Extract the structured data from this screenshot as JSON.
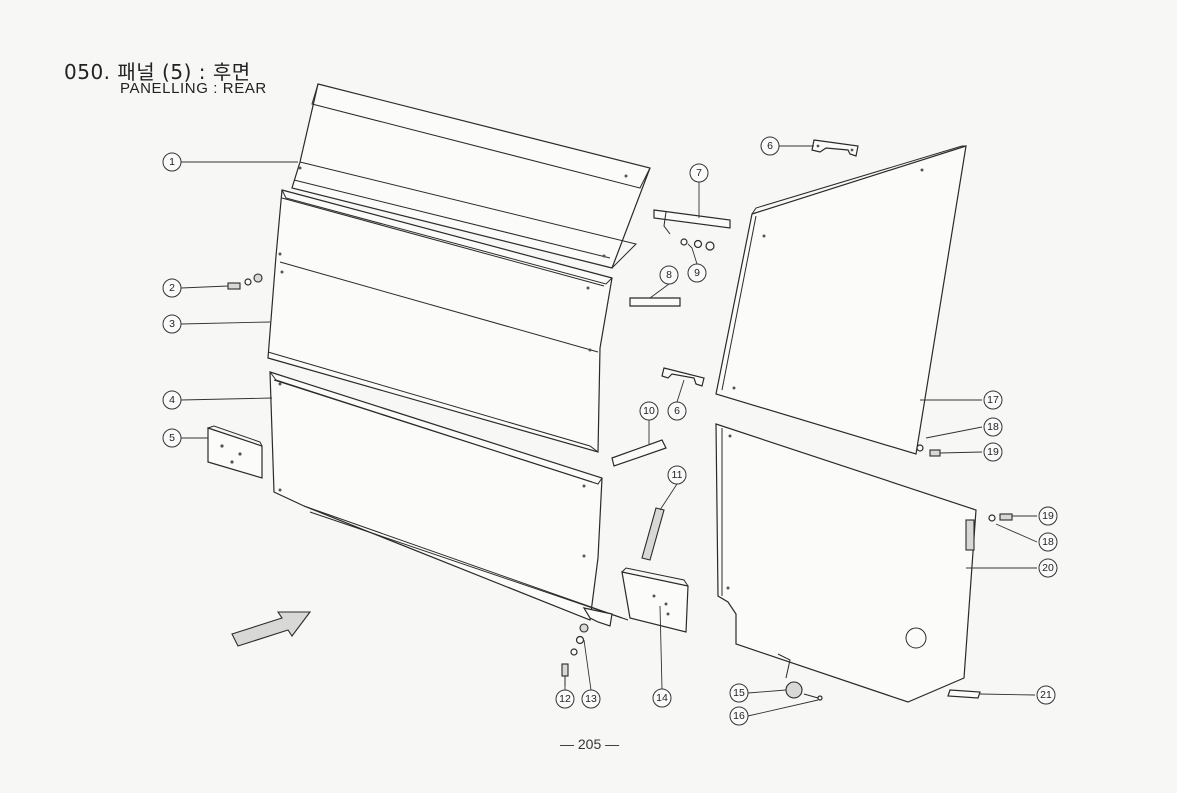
{
  "header": {
    "title": "050. 패널 (5) : 후면",
    "subtitle": "PANELLING : REAR"
  },
  "footer": {
    "page_number": "— 205 —"
  },
  "callouts": [
    {
      "id": "c1",
      "label": "1"
    },
    {
      "id": "c2",
      "label": "2"
    },
    {
      "id": "c3",
      "label": "3"
    },
    {
      "id": "c4",
      "label": "4"
    },
    {
      "id": "c5",
      "label": "5"
    },
    {
      "id": "c6a",
      "label": "6"
    },
    {
      "id": "c6b",
      "label": "6"
    },
    {
      "id": "c7",
      "label": "7"
    },
    {
      "id": "c8",
      "label": "8"
    },
    {
      "id": "c9",
      "label": "9"
    },
    {
      "id": "c10",
      "label": "10"
    },
    {
      "id": "c11",
      "label": "11"
    },
    {
      "id": "c12",
      "label": "12"
    },
    {
      "id": "c13",
      "label": "13"
    },
    {
      "id": "c14",
      "label": "14"
    },
    {
      "id": "c15",
      "label": "15"
    },
    {
      "id": "c16",
      "label": "16"
    },
    {
      "id": "c17",
      "label": "17"
    },
    {
      "id": "c18a",
      "label": "18"
    },
    {
      "id": "c18b",
      "label": "18"
    },
    {
      "id": "c19a",
      "label": "19"
    },
    {
      "id": "c19b",
      "label": "19"
    },
    {
      "id": "c20",
      "label": "20"
    },
    {
      "id": "c21",
      "label": "21"
    }
  ]
}
